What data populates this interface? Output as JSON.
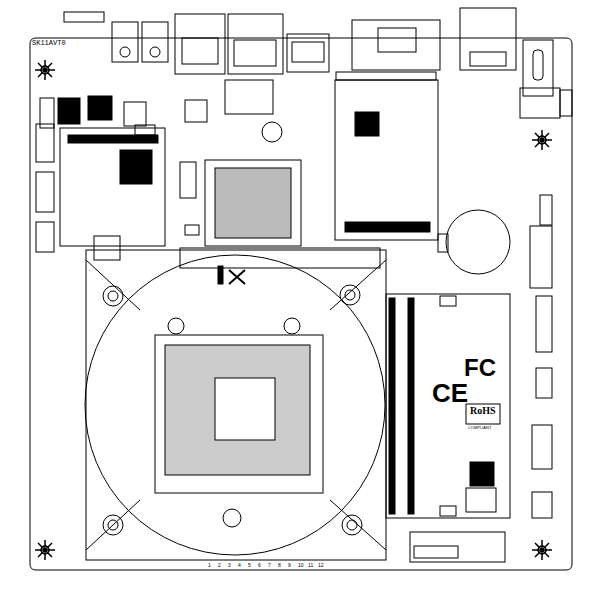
{
  "diagram": {
    "labels": [
      "SK11AVT0",
      "FC",
      "CE",
      "RoHS",
      "COMPLIANT",
      "1",
      "2",
      "3",
      "4",
      "5",
      "6",
      "7",
      "8",
      "9",
      "10",
      "11",
      "12"
    ]
  }
}
